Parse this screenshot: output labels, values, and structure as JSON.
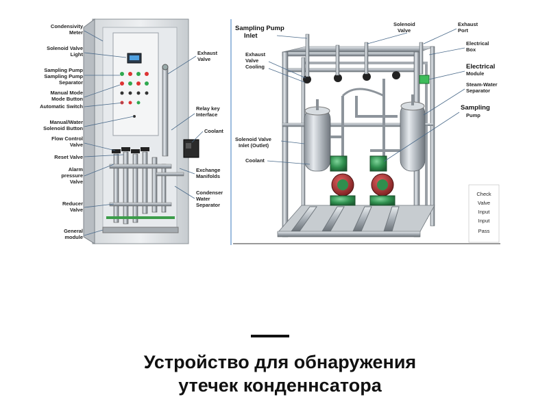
{
  "left_panel": {
    "labels": [
      [
        "Condensivity",
        "Meter"
      ],
      [
        "Solenoid Valve",
        "Light"
      ],
      [
        "Sampling Pump",
        "Sampling Pump",
        "Separator"
      ],
      [
        "Manual Mode",
        "Mode Button"
      ],
      [
        "Automatic Switch"
      ],
      [
        "Manual/Water",
        "Solenoid Button"
      ],
      [
        "Flow Control",
        "Valve"
      ],
      [
        "Reset Valve"
      ],
      [
        "Alarm",
        "pressure",
        "Valve"
      ],
      [
        "Reducer",
        "Valve"
      ],
      [
        "General",
        "module"
      ]
    ],
    "right_labels": [
      [
        "Exhaust",
        "Valve"
      ],
      [
        "Relay key",
        "Interface"
      ],
      [
        "Coolant"
      ],
      [
        "Exchange",
        "Manifolds"
      ],
      [
        "Condenser",
        "Water",
        "Separator"
      ]
    ]
  },
  "right_panel": {
    "top_labels": [
      [
        "Sampling Pump",
        "Inlet"
      ],
      [
        "Solenoid",
        "Valve"
      ],
      [
        "Exhaust",
        "Port"
      ]
    ],
    "left_labels": [
      [
        "Exhaust",
        "Valve",
        "Cooling"
      ],
      [
        "Solenoid Valve",
        "Inlet (Outlet)"
      ],
      [
        "Coolant"
      ]
    ],
    "right_labels": [
      [
        "Electrical",
        "Box"
      ],
      [
        "Electrical",
        "Module"
      ],
      [
        "Steam-Water",
        "Separator"
      ],
      [
        "Sampling",
        "Pump"
      ]
    ],
    "check_box": [
      "Check",
      "Valve",
      "Input",
      "Input",
      "Pass"
    ]
  },
  "caption": {
    "line1": "Устройство для обнаружения",
    "line2": "утечек конденнсатора"
  }
}
